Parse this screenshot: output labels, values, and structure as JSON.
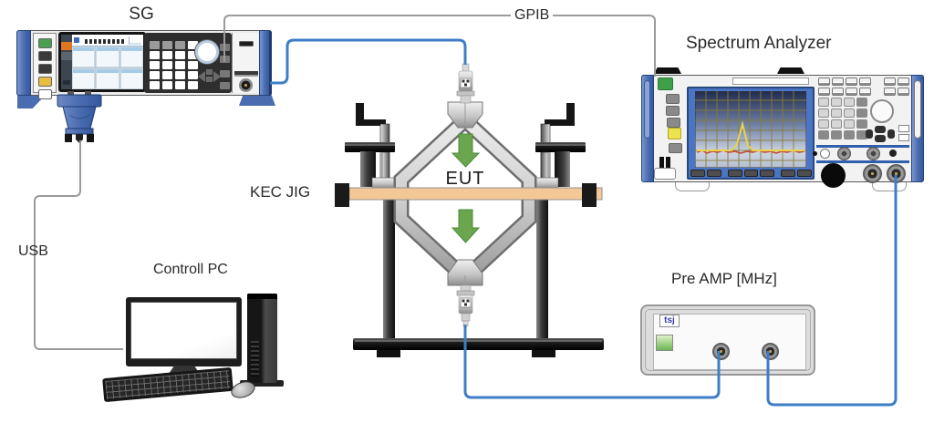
{
  "labels": {
    "sg": "SG",
    "gpib": "GPIB",
    "usb": "USB",
    "spectrum_analyzer": "Spectrum Analyzer",
    "kec_jig": "KEC JIG",
    "eut": "EUT",
    "controll_pc": "Controll PC",
    "pre_amp": "Pre AMP [MHz]"
  },
  "preamp": {
    "brand": "tsj"
  },
  "connections": [
    {
      "from": "SG",
      "to": "Spectrum Analyzer",
      "type": "GPIB"
    },
    {
      "from": "SG",
      "to": "Controll PC",
      "type": "USB"
    },
    {
      "from": "SG RF output",
      "to": "KEC JIG top connector",
      "type": "coax"
    },
    {
      "from": "KEC JIG bottom connector",
      "to": "Pre AMP input",
      "type": "coax"
    },
    {
      "from": "Pre AMP output",
      "to": "Spectrum Analyzer input",
      "type": "coax"
    }
  ],
  "colors": {
    "cable_blue": "#3e7ec6",
    "wire_gray": "#9a9a9a",
    "frame_blue": "#4a6cb0",
    "arrow_green": "#6ba54d",
    "board_tan": "#f4c896",
    "trace_yellow": "#e6d44c",
    "noise_red": "#c34a3a",
    "led_green": "#66b84e"
  }
}
